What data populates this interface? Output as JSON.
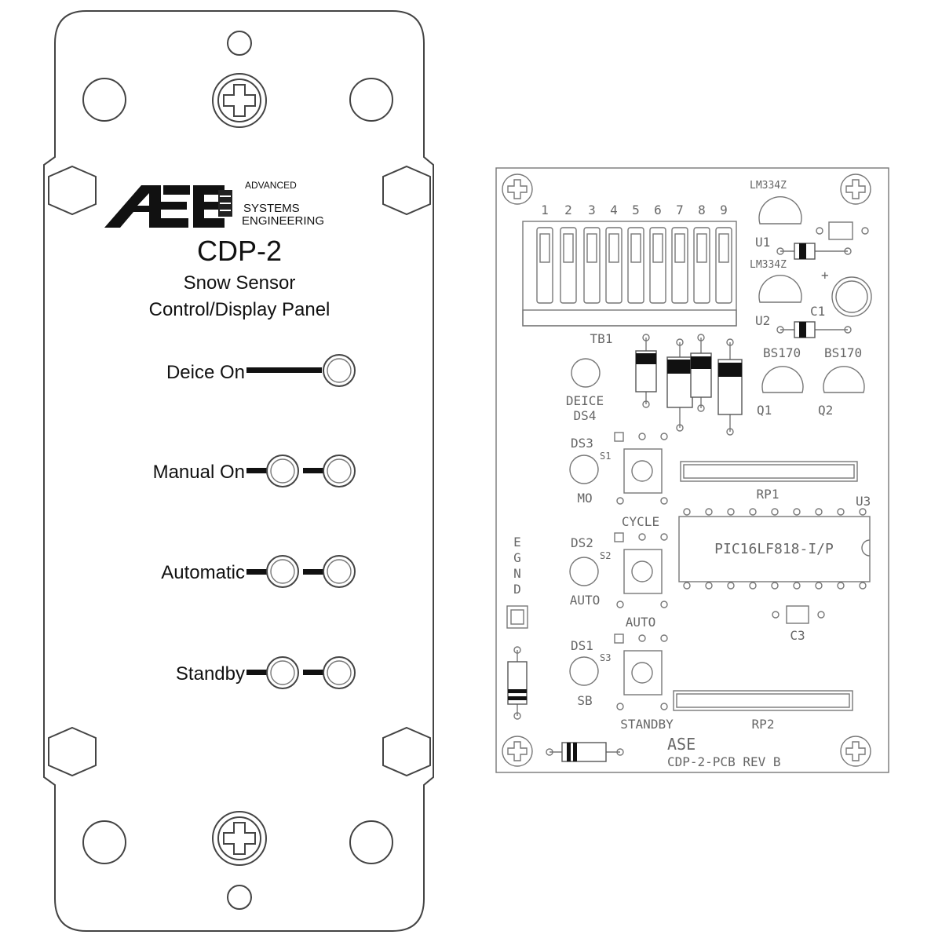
{
  "panel": {
    "logo_mark": "ASE",
    "logo_top_line": "ADVANCED",
    "logo_line1": "SYSTEMS",
    "logo_line2": "ENGINEERING",
    "model": "CDP-2",
    "subtitle1": "Snow  Sensor",
    "subtitle2": "Control/Display  Panel",
    "indicators": [
      {
        "label": "Deice On",
        "leds": 1
      },
      {
        "label": "Manual  On",
        "leds": 2
      },
      {
        "label": "Automatic",
        "leds": 2
      },
      {
        "label": "Standby",
        "leds": 2
      }
    ]
  },
  "pcb": {
    "terminal_numbers": [
      "1",
      "2",
      "3",
      "4",
      "5",
      "6",
      "7",
      "8",
      "9"
    ],
    "tb1": "TB1",
    "lm1": "LM334Z",
    "lm2": "LM334Z",
    "u1": "U1",
    "u2": "U2",
    "c1": "C1",
    "plus": "+",
    "bs1": "BS170",
    "bs2": "BS170",
    "q1": "Q1",
    "q2": "Q2",
    "deice": "DEICE",
    "ds4": "DS4",
    "ds3": "DS3",
    "s1": "S1",
    "mo": "MO",
    "rp1": "RP1",
    "u3": "U3",
    "cycle": "CYCLE",
    "chip": "PIC16LF818-I/P",
    "egnd": [
      "E",
      "G",
      "N",
      "D"
    ],
    "ds2": "DS2",
    "s2": "S2",
    "auto1": "AUTO",
    "auto2": "AUTO",
    "c3": "C3",
    "ds1": "DS1",
    "s3": "S3",
    "sb": "SB",
    "standby": "STANDBY",
    "rp2": "RP2",
    "ase": "ASE",
    "rev": "CDP-2-PCB  REV  B"
  }
}
